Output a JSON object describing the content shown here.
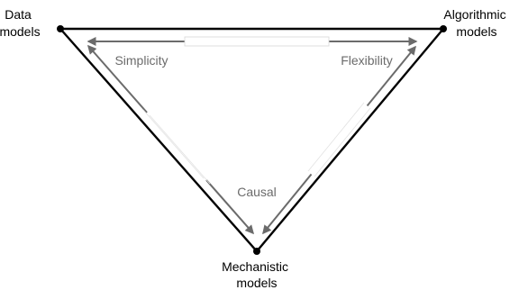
{
  "diagram": {
    "nodes": [
      {
        "id": "data",
        "lines": [
          "Data",
          "models"
        ]
      },
      {
        "id": "algorithmic",
        "lines": [
          "Algorithmic",
          "models"
        ]
      },
      {
        "id": "mechanistic",
        "lines": [
          "Mechanistic",
          "models"
        ]
      }
    ],
    "edges": [
      {
        "id": "simplicity",
        "label": "Simplicity",
        "from": "data",
        "to": "algorithmic",
        "direction": "both"
      },
      {
        "id": "flexibility",
        "label": "Flexibility",
        "from": "algorithmic",
        "to": "mechanistic",
        "direction": "both"
      },
      {
        "id": "causal",
        "label": "Causal",
        "from": "data",
        "to": "mechanistic",
        "direction": "both"
      }
    ],
    "colors": {
      "triangle": "#000000",
      "arrow": "#6b6b6b",
      "node_text": "#000000",
      "edge_label": "#6b6b6b"
    }
  }
}
